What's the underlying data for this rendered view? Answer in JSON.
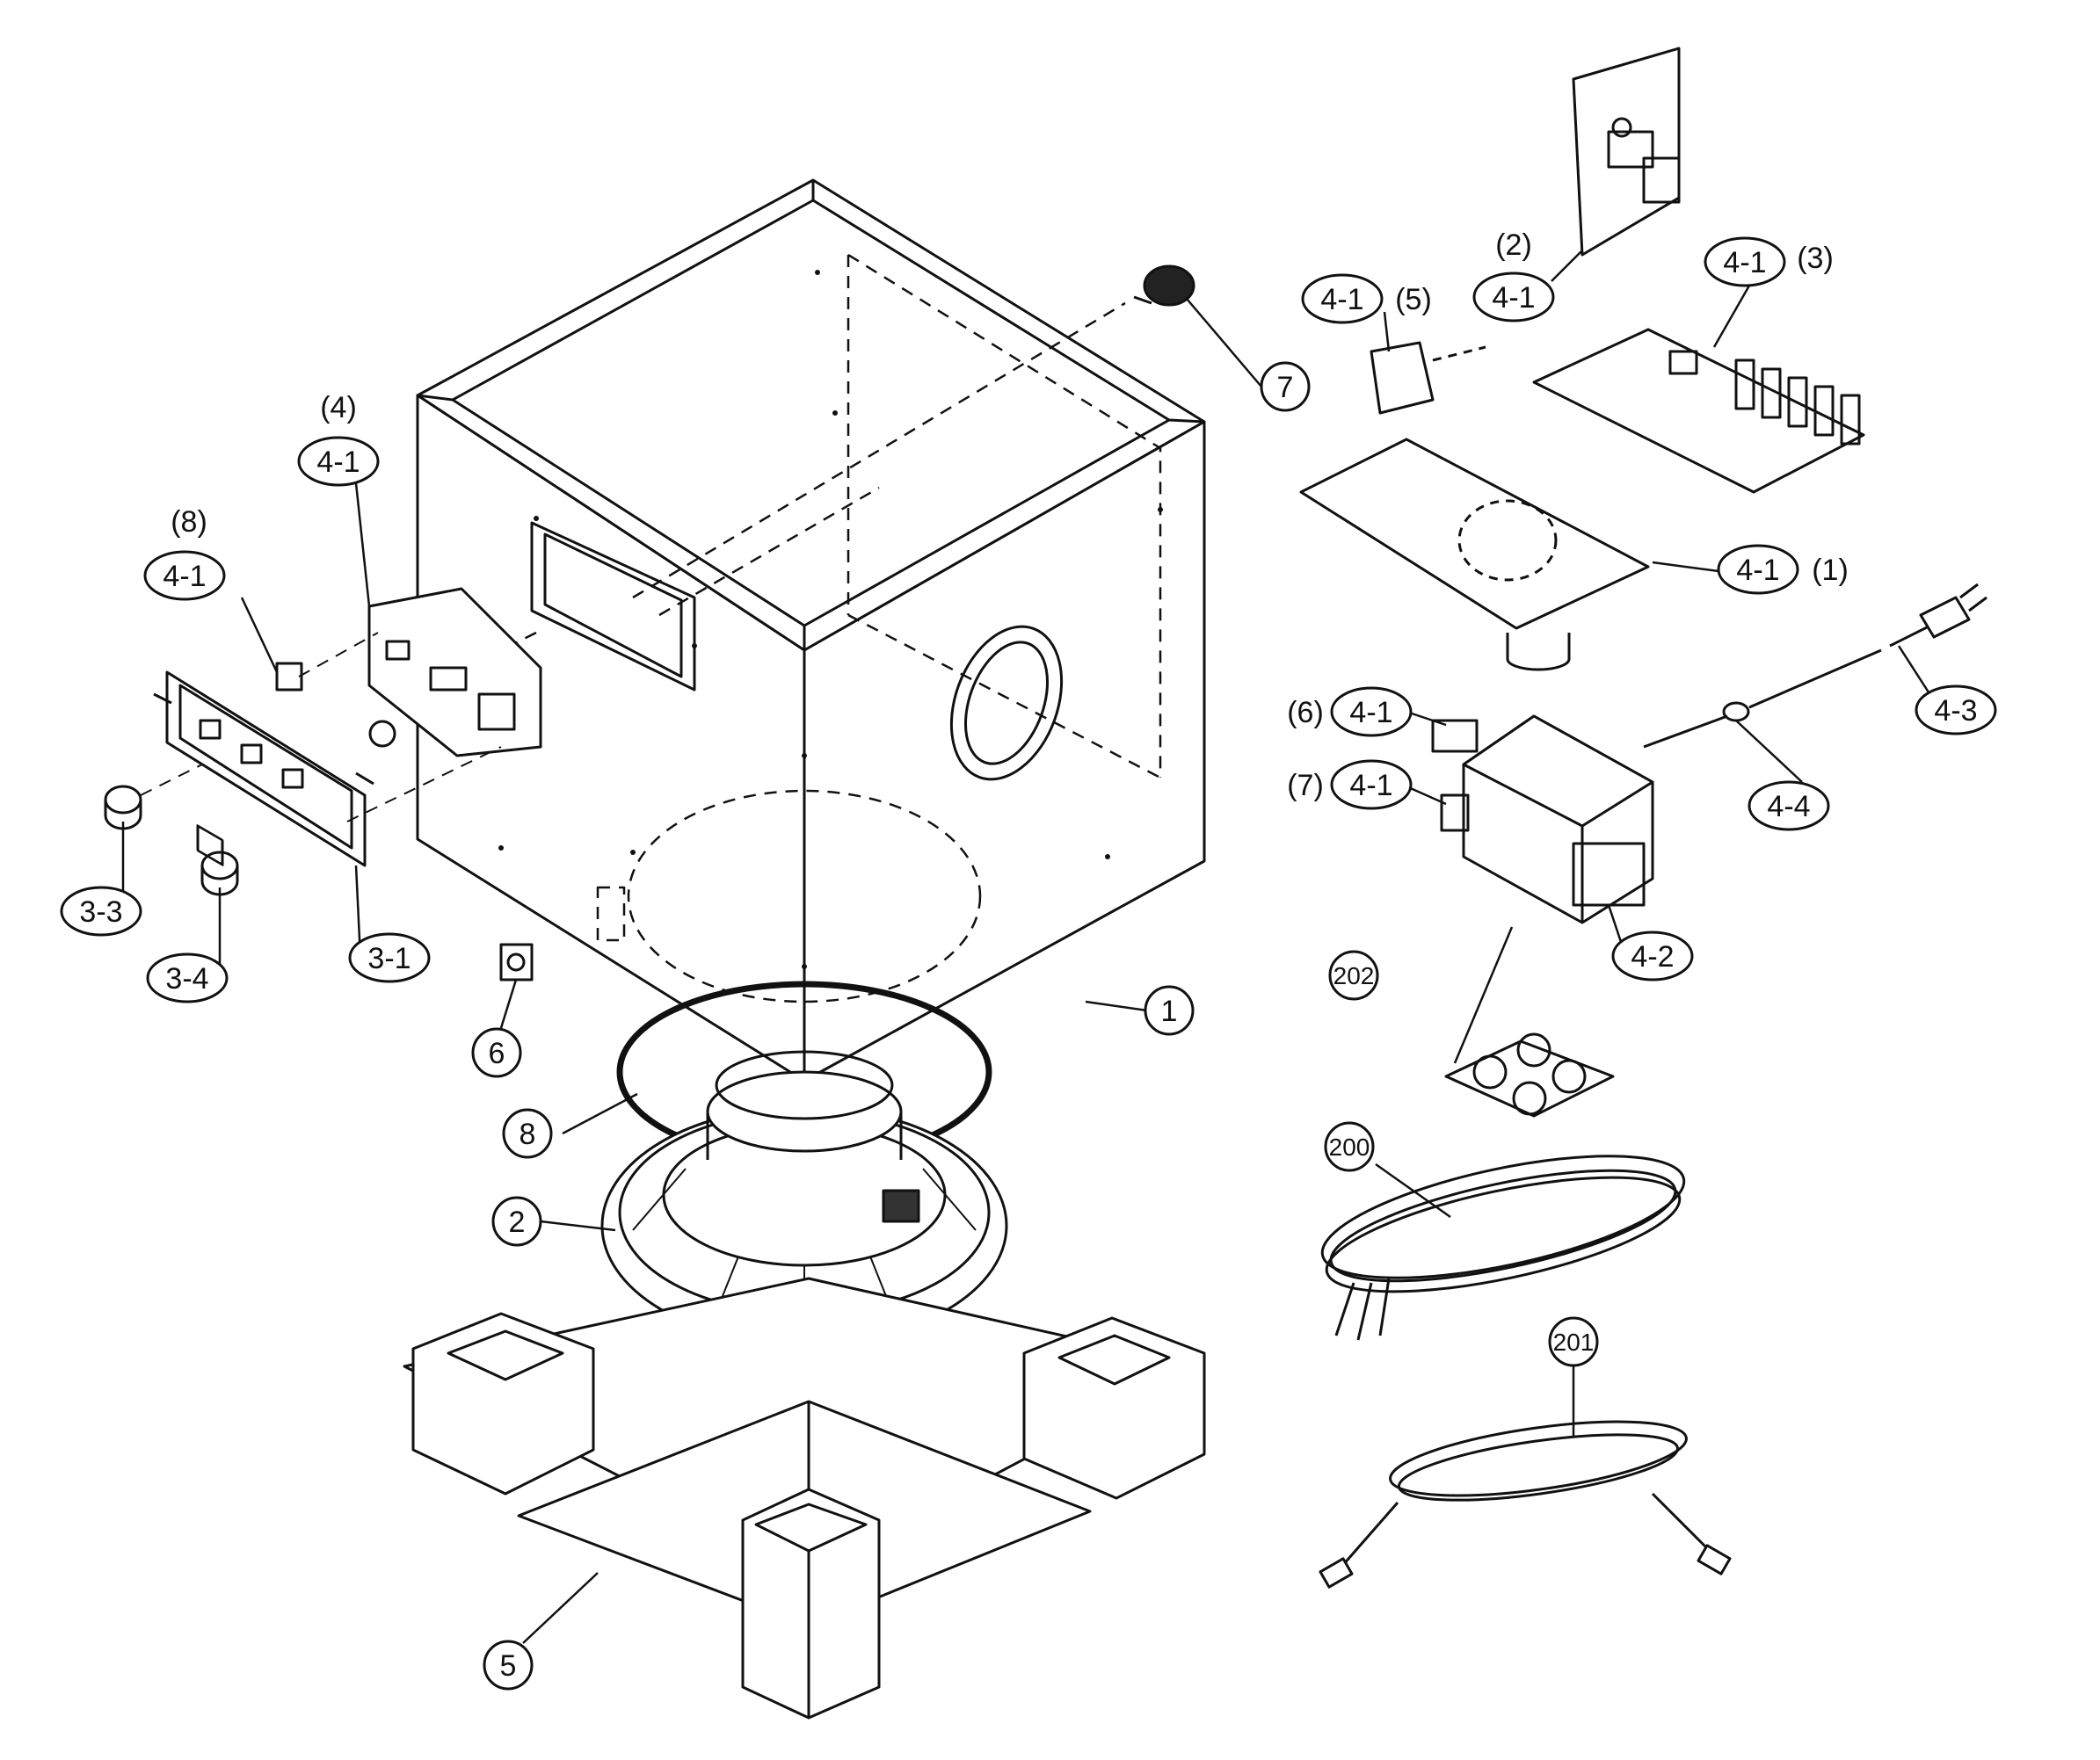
{
  "callouts": [
    {
      "id": "c1",
      "text": "1",
      "shape": "circle"
    },
    {
      "id": "c2",
      "text": "2",
      "shape": "circle"
    },
    {
      "id": "c5",
      "text": "5",
      "shape": "circle"
    },
    {
      "id": "c6",
      "text": "6",
      "shape": "circle"
    },
    {
      "id": "c7",
      "text": "7",
      "shape": "circle"
    },
    {
      "id": "c8",
      "text": "8",
      "shape": "circle"
    },
    {
      "id": "c202",
      "text": "202",
      "shape": "circle"
    },
    {
      "id": "c200",
      "text": "200",
      "shape": "circle"
    },
    {
      "id": "c201",
      "text": "201",
      "shape": "circle"
    },
    {
      "id": "o31",
      "text": "3-1",
      "shape": "oval"
    },
    {
      "id": "o33",
      "text": "3-3",
      "shape": "oval"
    },
    {
      "id": "o34",
      "text": "3-4",
      "shape": "oval"
    },
    {
      "id": "o41_left4",
      "text": "4-1",
      "shape": "oval"
    },
    {
      "id": "o41_left8",
      "text": "4-1",
      "shape": "oval"
    },
    {
      "id": "o41_p5",
      "text": "4-1",
      "shape": "oval"
    },
    {
      "id": "o41_p2",
      "text": "4-1",
      "shape": "oval"
    },
    {
      "id": "o41_p3",
      "text": "4-1",
      "shape": "oval"
    },
    {
      "id": "o41_p1",
      "text": "4-1",
      "shape": "oval"
    },
    {
      "id": "o41_p6",
      "text": "4-1",
      "shape": "oval"
    },
    {
      "id": "o41_p7",
      "text": "4-1",
      "shape": "oval"
    },
    {
      "id": "o42",
      "text": "4-2",
      "shape": "oval"
    },
    {
      "id": "o43",
      "text": "4-3",
      "shape": "oval"
    },
    {
      "id": "o44",
      "text": "4-4",
      "shape": "oval"
    }
  ],
  "sub_labels": [
    {
      "id": "s4",
      "text": "(4)"
    },
    {
      "id": "s8",
      "text": "(8)"
    },
    {
      "id": "s5",
      "text": "(5)"
    },
    {
      "id": "s2",
      "text": "(2)"
    },
    {
      "id": "s3",
      "text": "(3)"
    },
    {
      "id": "s1",
      "text": "(1)"
    },
    {
      "id": "s6",
      "text": "(6)"
    },
    {
      "id": "s7",
      "text": "(7)"
    }
  ]
}
